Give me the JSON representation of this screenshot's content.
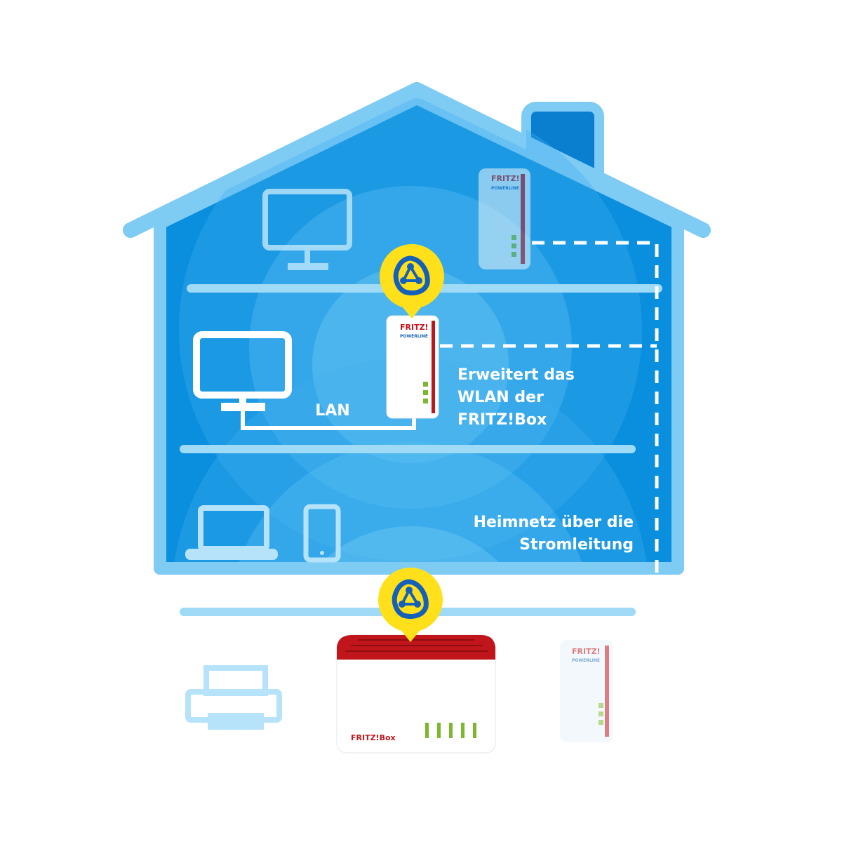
{
  "labels": {
    "lan_upper": "LAN",
    "lan_lower": "LAN",
    "repeater_text": [
      "Erweitert das",
      "WLAN der",
      "FRITZ!Box"
    ],
    "powerline_text": [
      "Heimnetz über die",
      "Stromleitung"
    ]
  },
  "devices": {
    "powerline_brand_top": "FRITZ!",
    "powerline_brand_bottom": "POWERLINE",
    "fritzbox_brand": "FRITZ!Box"
  },
  "colors": {
    "house_fill": "#0a8ede",
    "house_outline": "#7ecbf4",
    "wave": "#5fc3f3",
    "accent_red": "#c0161b",
    "badge_yellow": "#ffe01a",
    "badge_blue": "#1560b8",
    "led_green": "#7cb82f"
  },
  "icons": [
    "monitor-icon",
    "tv-icon",
    "laptop-icon",
    "tablet-icon",
    "printer-icon",
    "mesh-badge-icon"
  ]
}
